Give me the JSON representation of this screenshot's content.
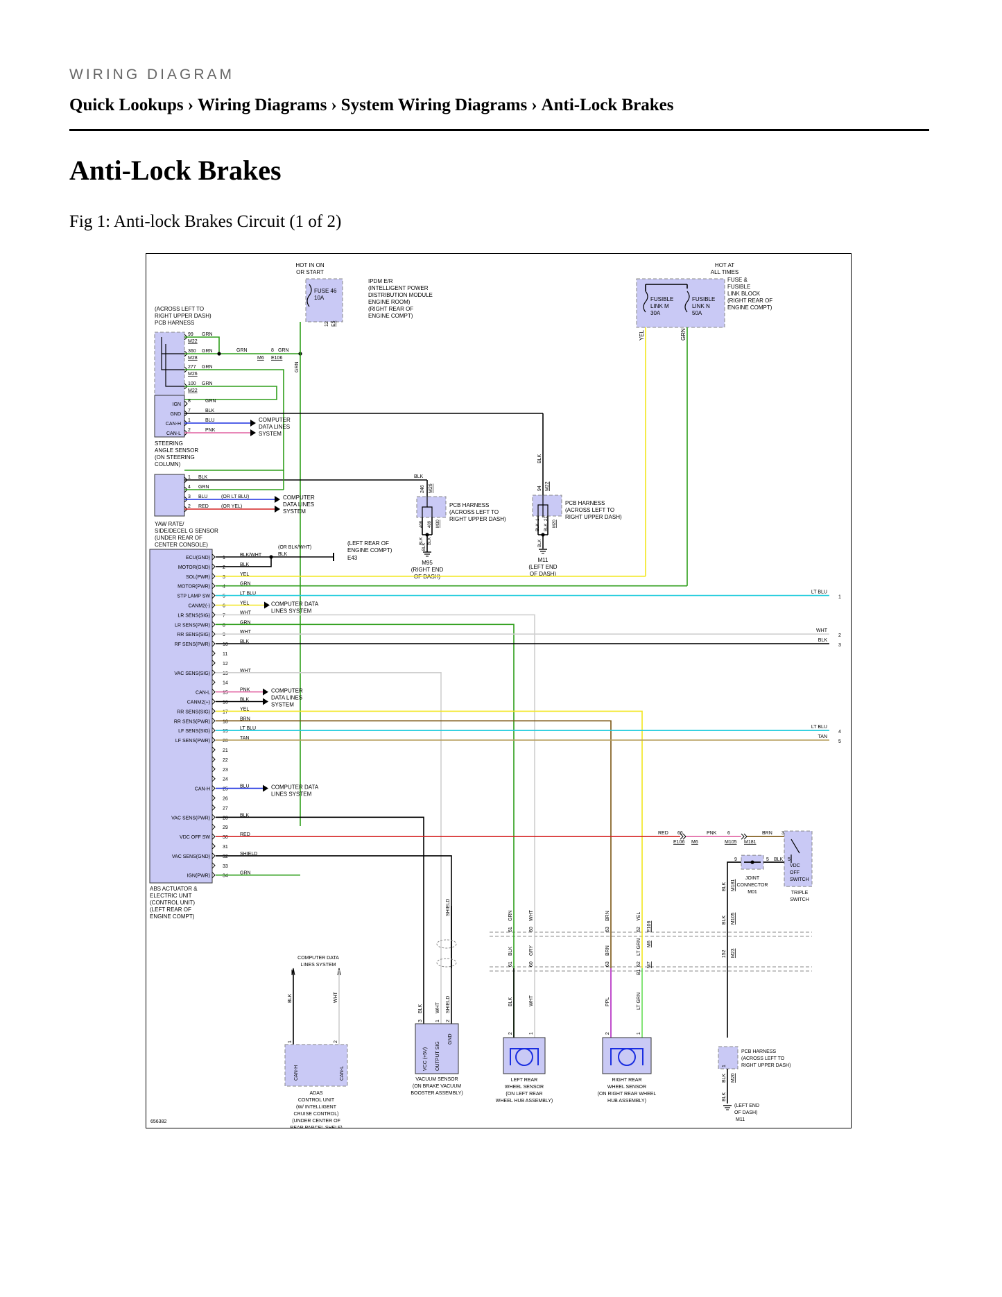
{
  "header": {
    "doc_type": "WIRING DIAGRAM",
    "breadcrumbs": [
      "Quick Lookups",
      "Wiring Diagrams",
      "System Wiring Diagrams",
      "Anti-Lock Brakes"
    ],
    "separator": "›"
  },
  "page": {
    "title": "Anti-Lock Brakes",
    "figure_caption": "Fig 1: Anti-lock Brakes Circuit (1 of 2)"
  },
  "diagram": {
    "figure_id": "656382",
    "colors": {
      "module_fill": "#c9c9f5",
      "GRN": "#2e9e1a",
      "YEL": "#f2e61c",
      "LT_BLU": "#22ccdd",
      "BLK": "#000000",
      "WHT": "#cfcfcf",
      "RED": "#d42020",
      "BLU": "#1a2ee0",
      "PNK": "#e060a0",
      "BRN": "#7a5410",
      "TAN": "#b8a060",
      "PPL": "#b020c0",
      "LT_GRN": "#66dd55"
    },
    "top": {
      "hot_in_on_start": [
        "HOT IN ON",
        "OR START"
      ],
      "fuse46": [
        "FUSE 46",
        "10A"
      ],
      "ipdm_label": [
        "IPDM E/R",
        "(INTELLIGENT POWER",
        "DISTRIBUTION MODULE",
        "ENGINE ROOM)",
        "(RIGHT REAR OF",
        "ENGINE COMPT)"
      ],
      "ipdm_pins": [
        "12",
        "E5"
      ],
      "hot_at_all_times": [
        "HOT AT",
        "ALL TIMES"
      ],
      "fusible_m": [
        "FUSIBLE",
        "LINK M",
        "30A"
      ],
      "fusible_n": [
        "FUSIBLE",
        "LINK N",
        "50A"
      ],
      "fuse_block_label": [
        "FUSE &",
        "FUSIBLE",
        "LINK BLOCK",
        "(RIGHT REAR OF",
        "ENGINE COMPT)"
      ],
      "yel": "YEL",
      "grn": "GRN"
    },
    "pcb_top": {
      "label": [
        "(ACROSS LEFT TO",
        "RIGHT UPPER DASH)",
        "PCB HARNESS"
      ],
      "rows": [
        {
          "pin": "99",
          "conn": "M22",
          "wire": "GRN"
        },
        {
          "pin": "360",
          "conn": "M28",
          "wire": "GRN"
        },
        {
          "pin": "277",
          "conn": "M26",
          "wire": "GRN"
        },
        {
          "pin": "100",
          "conn": "M22",
          "wire": "GRN"
        }
      ],
      "splice_wire": "GRN",
      "m6": {
        "pin": "8",
        "wire": "GRN",
        "conn_a": "M6",
        "conn_b": "E106"
      },
      "riser_wire": "GRN"
    },
    "steering": {
      "pins": [
        "IGN",
        "GND",
        "CAN-H",
        "CAN-L"
      ],
      "rows": [
        {
          "pin": "8",
          "wire": "GRN"
        },
        {
          "pin": "7",
          "wire": "BLK"
        },
        {
          "pin": "1",
          "wire": "BLU"
        },
        {
          "pin": "2",
          "wire": "PNK"
        }
      ],
      "computer": [
        "COMPUTER",
        "DATA LINES",
        "SYSTEM"
      ],
      "label": [
        "STEERING",
        "ANGLE SENSOR",
        "(ON STEERING",
        "COLUMN)"
      ]
    },
    "yaw": {
      "rows": [
        {
          "pin": "1",
          "wire": "BLK"
        },
        {
          "pin": "4",
          "wire": "GRN"
        },
        {
          "pin": "3",
          "wire": "BLU",
          "note": "(OR LT BLU)"
        },
        {
          "pin": "2",
          "wire": "RED",
          "note": "(OR YEL)"
        }
      ],
      "computer": [
        "COMPUTER",
        "DATA LINES",
        "SYSTEM"
      ],
      "label": [
        "YAW RATE/",
        "SIDE/DECEL G SENSOR",
        "(UNDER REAR OF",
        "CENTER CONSOLE)"
      ],
      "blk": "BLK"
    },
    "pcb_mid": {
      "pins_top": [
        "246",
        "M26"
      ],
      "pins_bottom": [
        "BLK",
        "408",
        "BLK",
        "409",
        "M30"
      ],
      "label": [
        "PCB HARNESS",
        "(ACROSS LEFT TO",
        "RIGHT UPPER DASH)"
      ],
      "ground_wire": "BLK",
      "ground": "M95",
      "ground_label": [
        "(RIGHT END",
        "OF DASH)"
      ]
    },
    "pcb_right": {
      "blk": "BLK",
      "pins_top": [
        "94",
        "M22"
      ],
      "pins_bottom": [
        "BLK",
        "1",
        "BLK",
        "21",
        "M20"
      ],
      "label": [
        "PCB HARNESS",
        "(ACROSS LEFT TO",
        "RIGHT UPPER DASH)"
      ],
      "ground_wire": "BLK",
      "ground": "M11",
      "ground_label": [
        "(LEFT END",
        "OF DASH)"
      ]
    },
    "e43": {
      "or_note": [
        "(OR BLK/WHT)",
        "BLK"
      ],
      "location": [
        "(LEFT REAR OF",
        "ENGINE COMPT)"
      ],
      "conn": "E43"
    },
    "abs": {
      "label": [
        "ABS ACTUATOR &",
        "ELECTRIC UNIT",
        "(CONTROL UNIT)",
        "(LEFT REAR OF",
        "ENGINE COMPT)"
      ],
      "pins": [
        {
          "num": "1",
          "name": "ECU(GND)",
          "wire": "BLK/WHT"
        },
        {
          "num": "2",
          "name": "MOTOR(GND)",
          "wire": "BLK"
        },
        {
          "num": "3",
          "name": "SOL(PWR)",
          "wire": "YEL"
        },
        {
          "num": "4",
          "name": "MOTOR(PWR)",
          "wire": "GRN"
        },
        {
          "num": "5",
          "name": "STP LAMP SW",
          "wire": "LT BLU"
        },
        {
          "num": "6",
          "name": "CANM2(-)",
          "wire": "YEL"
        },
        {
          "num": "7",
          "name": "LR SENS(SIG)",
          "wire": "WHT"
        },
        {
          "num": "8",
          "name": "LR SENS(PWR)",
          "wire": "GRN"
        },
        {
          "num": "9",
          "name": "RR SENS(SIG)",
          "wire": "WHT"
        },
        {
          "num": "10",
          "name": "RF SENS(PWR)",
          "wire": "BLK"
        },
        {
          "num": "11",
          "name": "",
          "wire": ""
        },
        {
          "num": "12",
          "name": "",
          "wire": ""
        },
        {
          "num": "13",
          "name": "VAC SENS(SIG)",
          "wire": "WHT"
        },
        {
          "num": "14",
          "name": "",
          "wire": ""
        },
        {
          "num": "15",
          "name": "CAN-L",
          "wire": "PNK"
        },
        {
          "num": "16",
          "name": "CANM2(+)",
          "wire": "BLK"
        },
        {
          "num": "17",
          "name": "RR SENS(SIG)",
          "wire": "YEL"
        },
        {
          "num": "18",
          "name": "RR SENS(PWR)",
          "wire": "BRN"
        },
        {
          "num": "19",
          "name": "LF SENS(SIG)",
          "wire": "LT BLU"
        },
        {
          "num": "20",
          "name": "LF SENS(PWR)",
          "wire": "TAN"
        },
        {
          "num": "21",
          "name": "",
          "wire": ""
        },
        {
          "num": "22",
          "name": "",
          "wire": ""
        },
        {
          "num": "23",
          "name": "",
          "wire": ""
        },
        {
          "num": "24",
          "name": "",
          "wire": ""
        },
        {
          "num": "25",
          "name": "CAN-H",
          "wire": "BLU"
        },
        {
          "num": "26",
          "name": "",
          "wire": ""
        },
        {
          "num": "27",
          "name": "",
          "wire": ""
        },
        {
          "num": "28",
          "name": "VAC SENS(PWR)",
          "wire": "BLK"
        },
        {
          "num": "29",
          "name": "",
          "wire": ""
        },
        {
          "num": "30",
          "name": "VDC OFF SW",
          "wire": "RED"
        },
        {
          "num": "31",
          "name": "",
          "wire": ""
        },
        {
          "num": "32",
          "name": "VAC SENS(GND)",
          "wire": "SHIELD"
        },
        {
          "num": "33",
          "name": "",
          "wire": ""
        },
        {
          "num": "34",
          "name": "IGN(PWR)",
          "wire": "GRN"
        }
      ],
      "computer_a": [
        "COMPUTER DATA",
        "LINES SYSTEM"
      ],
      "computer_b": [
        "COMPUTER",
        "DATA LINES",
        "SYSTEM"
      ],
      "computer_c": [
        "COMPUTER DATA",
        "LINES SYSTEM"
      ]
    },
    "offpage": [
      {
        "wire": "LT BLU",
        "num": "1"
      },
      {
        "wire": "WHT",
        "num": "2"
      },
      {
        "wire": "BLK",
        "num": "3"
      },
      {
        "wire": "LT BLU",
        "num": "4"
      },
      {
        "wire": "TAN",
        "num": "5"
      }
    ],
    "vdc": {
      "red": "RED",
      "p66": "66",
      "pnk": "PNK",
      "p6": "6",
      "brn": "BRN",
      "p3": "3",
      "e106": "E106",
      "m6": "M6",
      "m105": "M105",
      "m181": "M181",
      "p9": "9",
      "p5a": "5",
      "blk": "BLK",
      "p5b": "5",
      "switch": [
        "VDC",
        "OFF",
        "SWITCH"
      ],
      "triple": [
        "TRIPLE",
        "SWITCH"
      ],
      "joint": [
        "JOINT",
        "CONNECTOR",
        "M01"
      ],
      "chain": [
        "BLK",
        "M181",
        "M105",
        "BLK",
        "152",
        "M23"
      ],
      "pcb": [
        "PCB HARNESS",
        "(ACROSS LEFT TO",
        "RIGHT UPPER DASH)"
      ],
      "pcb_bottom": [
        "BLK",
        "1",
        "M20"
      ],
      "ground_wire": "BLK",
      "ground_label": [
        "(LEFT END",
        "OF DASH)"
      ],
      "ground": "M11"
    },
    "adas": {
      "top": [
        "COMPUTER DATA",
        "LINES SYSTEM"
      ],
      "wires": [
        {
          "pin": "1",
          "wire": "BLK"
        },
        {
          "pin": "2",
          "wire": "WHT"
        }
      ],
      "pins": [
        "CAN-H",
        "CAN-L"
      ],
      "label": [
        "ADAS",
        "CONTROL UNIT",
        "(W/ INTELLIGENT",
        "CRUISE CONTROL)",
        "(UNDER CENTER OF",
        "REAR PARCEL SHELF)"
      ]
    },
    "vacuum": {
      "pins": [
        "VCC (+5V)",
        "OUTPUT SIG",
        "GND"
      ],
      "wires": [
        {
          "pin": "3",
          "wire": "BLK"
        },
        {
          "pin": "1",
          "wire": "WHT"
        },
        {
          "pin": "2",
          "wire": "SHIELD"
        }
      ],
      "shield": "SHIELD",
      "label": [
        "VACUUM SENSOR",
        "(ON BRAKE VACUUM",
        "BOOSTER ASSEMBLY)"
      ]
    },
    "left_rear": {
      "upper": [
        "61",
        "GRN",
        "60",
        "WHT"
      ],
      "middle": [
        "BLK",
        "GRY",
        "61",
        "60"
      ],
      "lower": [
        "BLK",
        "WHT"
      ],
      "pins": [
        "2",
        "1"
      ],
      "label": [
        "LEFT REAR",
        "WHEEL SENSOR",
        "(ON LEFT REAR",
        "WHEEL HUB ASSEMBLY)"
      ]
    },
    "right_rear": {
      "upper": [
        "63",
        "BRN",
        "62",
        "YEL",
        "E106"
      ],
      "middle": [
        "BRN",
        "LT GRN",
        "M6",
        "63",
        "62",
        "B1",
        "M7"
      ],
      "lower": [
        "PPL",
        "LT GRN"
      ],
      "pins": [
        "2",
        "1"
      ],
      "label": [
        "RIGHT REAR",
        "WHEEL SENSOR",
        "(ON RIGHT REAR WHEEL",
        "HUB ASSEMBLY)"
      ]
    }
  }
}
